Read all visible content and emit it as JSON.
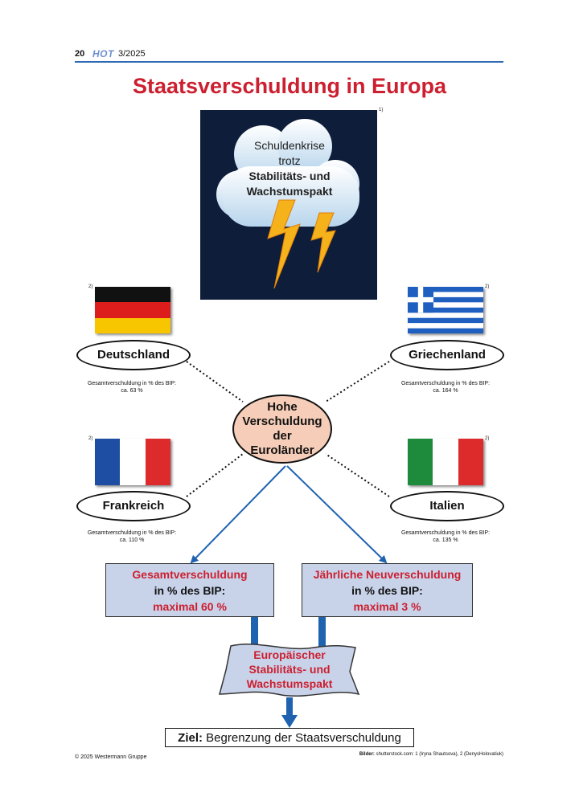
{
  "header": {
    "page_number": "20",
    "brand": "HOT",
    "issue": "3/2025"
  },
  "title": "Staatsverschuldung in Europa",
  "image": {
    "footnote": "1)",
    "line1": "Schuldenkrise",
    "line2": "trotz",
    "line3": "Stabilitäts- und",
    "line4": "Wachstumspakt"
  },
  "center": {
    "line1": "Hohe",
    "line2": "Verschuldung",
    "line3": "der",
    "line4": "Euroländer"
  },
  "countries": [
    {
      "name": "Deutschland",
      "footnote": "2)",
      "stat_label": "Gesamtverschuldung in % des BIP:",
      "stat_value": "ca. 63 %"
    },
    {
      "name": "Griechenland",
      "footnote": "2)",
      "stat_label": "Gesamtverschuldung in % des BIP:",
      "stat_value": "ca. 164 %"
    },
    {
      "name": "Frankreich",
      "footnote": "2)",
      "stat_label": "Gesamtverschuldung in % des BIP:",
      "stat_value": "ca. 110 %"
    },
    {
      "name": "Italien",
      "footnote": "2)",
      "stat_label": "Gesamtverschuldung in % des BIP:",
      "stat_value": "ca. 135 %"
    }
  ],
  "criteria": [
    {
      "line1": "Gesamtverschuldung",
      "line2": "in % des BIP:",
      "line3": "maximal 60 %"
    },
    {
      "line1": "Jährliche Neuverschuldung",
      "line2": "in % des BIP:",
      "line3": "maximal 3 %"
    }
  ],
  "pakt": {
    "line1": "Europäischer",
    "line2": "Stabilitäts- und",
    "line3": "Wachstumspakt"
  },
  "goal": {
    "label": "Ziel:",
    "text": " Begrenzung der Staatsverschuldung"
  },
  "footer": {
    "copyright": "© 2025 Westermann Gruppe",
    "credits_label": "Bilder:",
    "credits_text": " shutterstock.com: 1 (Iryna Shautsova), 2 (DenysHolovatiuk)"
  },
  "colors": {
    "accent_red": "#cc1f2f",
    "header_blue": "#2d6ab3",
    "box_fill": "#c8d3ea",
    "oval_fill": "#f5cdb8",
    "arrow_blue": "#1f63b0"
  },
  "icons": [
    "storm-cloud-icon",
    "lightning-icon",
    "flag-germany-icon",
    "flag-greece-icon",
    "flag-france-icon",
    "flag-italy-icon"
  ]
}
